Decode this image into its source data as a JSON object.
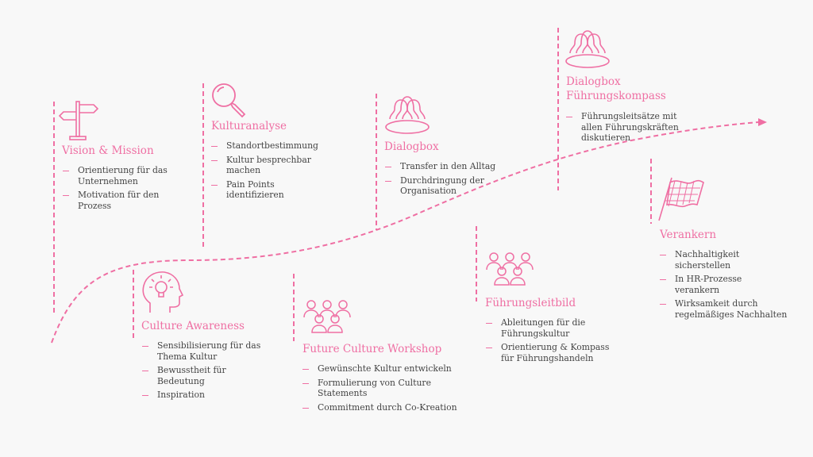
{
  "accent_color": "#ef6fa3",
  "stages": [
    {
      "title": "Vision & Mission",
      "icon": "signpost-icon",
      "bullets": [
        "Orientierung für das\nUnternehmen",
        "Motivation für den\nProzess"
      ]
    },
    {
      "title": "Culture Awareness",
      "icon": "head-lightbulb-icon",
      "bullets": [
        "Sensibilisierung für das\nThema Kultur",
        "Bewusstheit für\nBedeutung",
        "Inspiration"
      ]
    },
    {
      "title": "Kulturanalyse",
      "icon": "magnifier-icon",
      "bullets": [
        "Standortbestimmung",
        "Kultur besprechbar\nmachen",
        "Pain Points\nidentifizieren"
      ]
    },
    {
      "title": "Future Culture Workshop",
      "icon": "group-icon",
      "bullets": [
        "Gewünschte Kultur entwickeln",
        "Formulierung von Culture\nStatements",
        "Commitment durch Co-Kreation"
      ]
    },
    {
      "title": "Dialogbox",
      "icon": "people-table-icon",
      "bullets": [
        "Transfer in den Alltag",
        "Durchdringung der\nOrganisation"
      ]
    },
    {
      "title": "Führungsleitbild",
      "icon": "group-icon",
      "bullets": [
        "Ableitungen für die\nFührungskultur",
        "Orientierung & Kompass\nfür Führungshandeln"
      ]
    },
    {
      "title": "Dialogbox\nFührungskompass",
      "icon": "people-table-icon",
      "bullets": [
        "Führungsleitsätze mit\nallen Führungskräften\ndiskutieren"
      ]
    },
    {
      "title": "Verankern",
      "icon": "checkered-flag-icon",
      "bullets": [
        "Nachhaltigkeit\nsicherstellen",
        "In HR-Prozesse\nverankern",
        "Wirksamkeit durch\nregelmäßiges Nachhalten"
      ]
    }
  ]
}
